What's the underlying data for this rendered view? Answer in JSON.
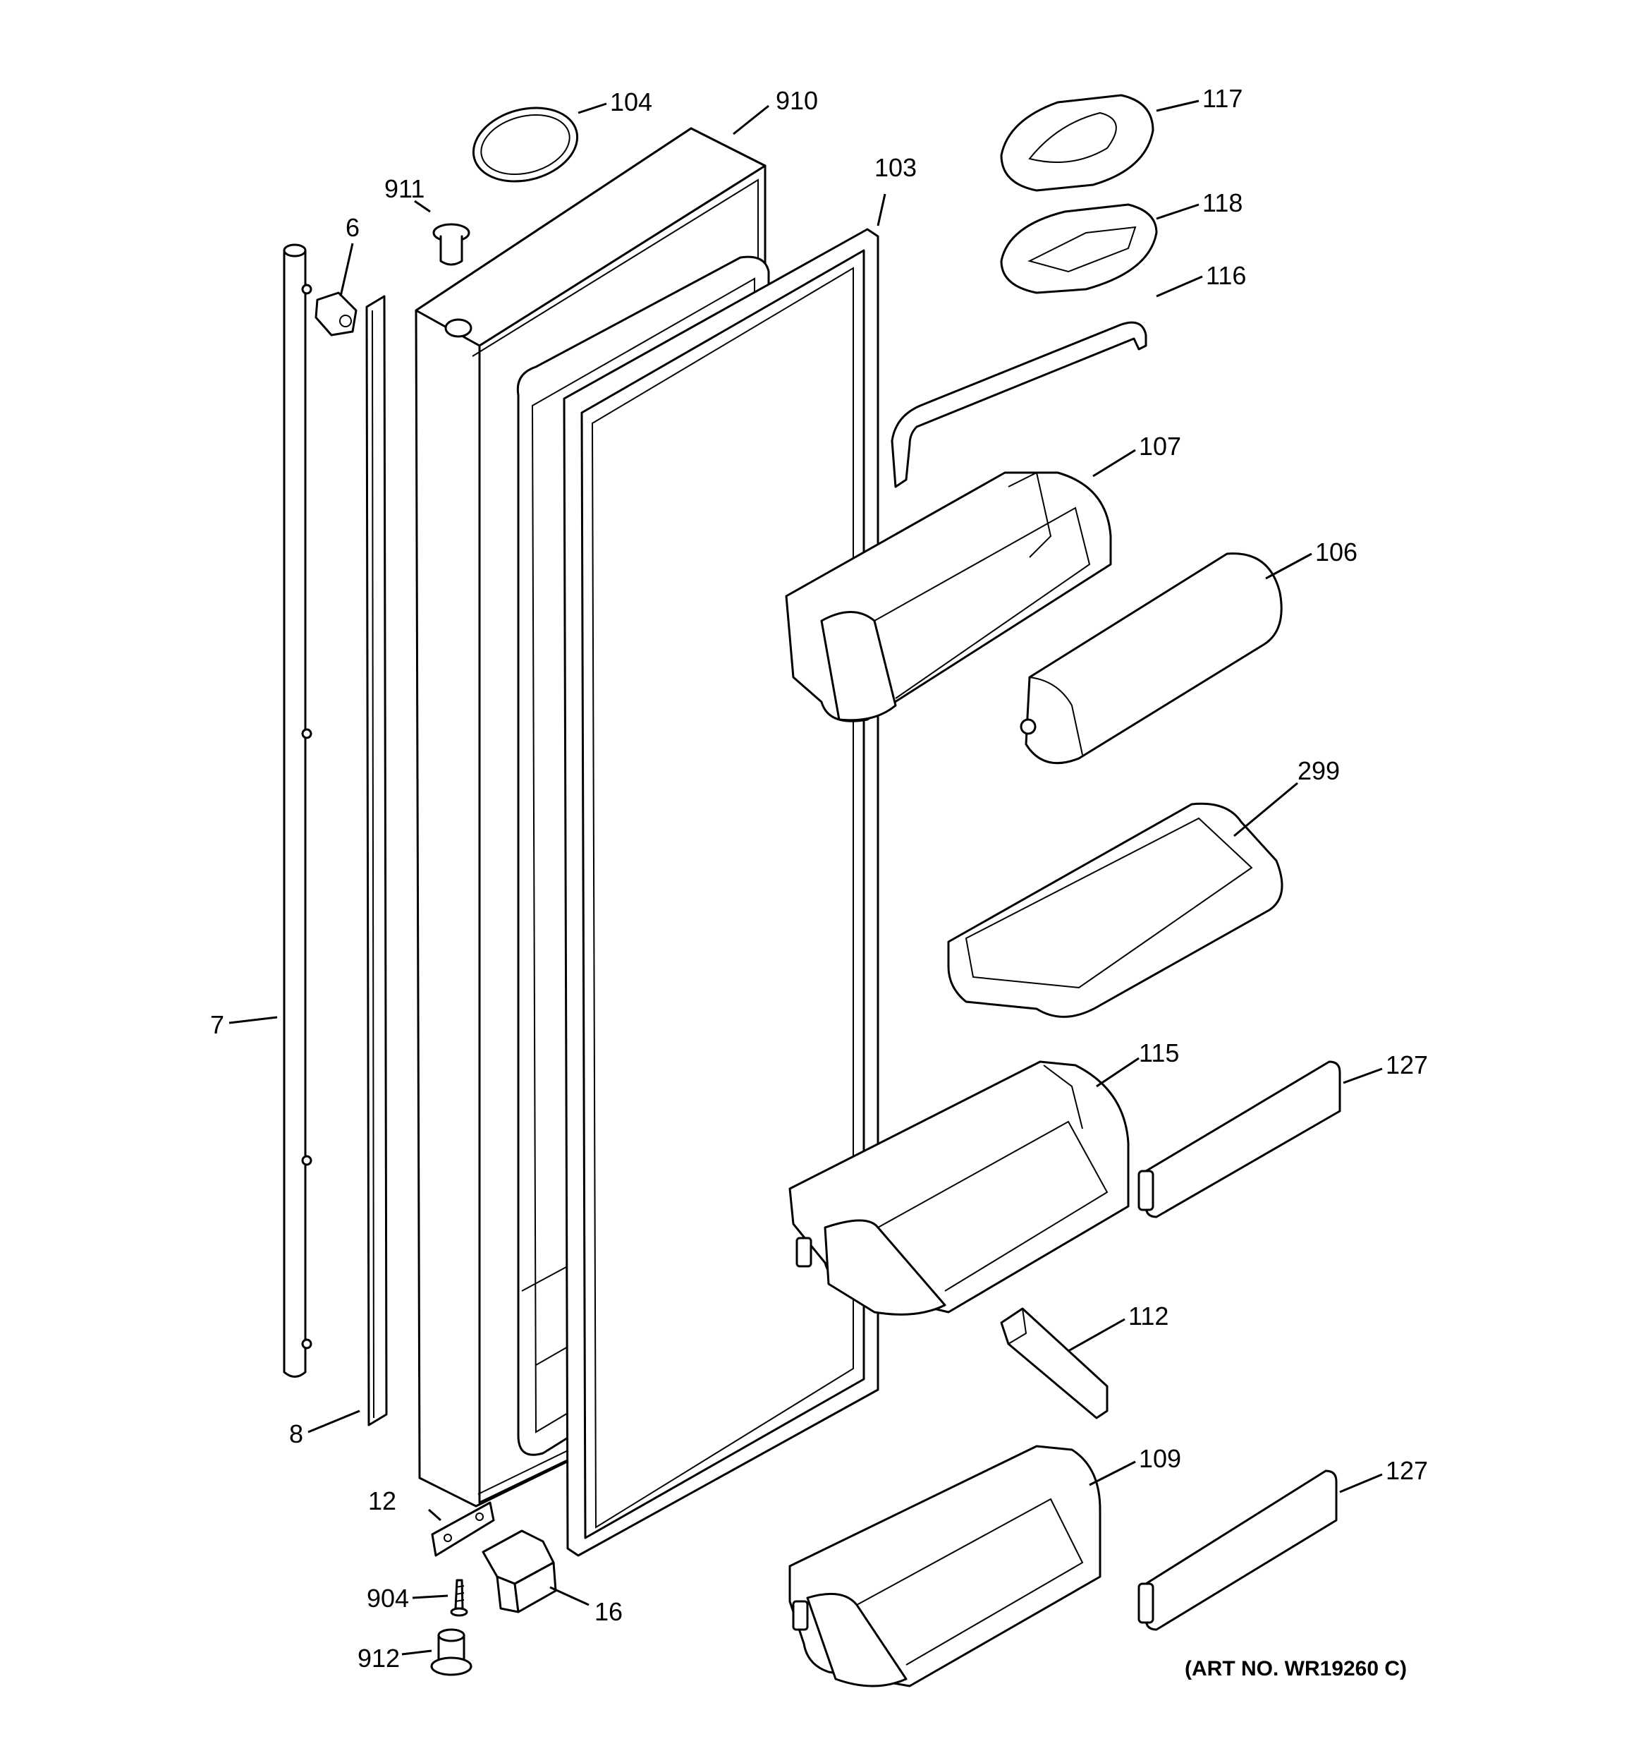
{
  "diagram": {
    "art_number": "(ART NO. WR19260 C)",
    "callouts": {
      "c104": "104",
      "c910": "910",
      "c911": "911",
      "c6": "6",
      "c103": "103",
      "c7": "7",
      "c8": "8",
      "c12": "12",
      "c904": "904",
      "c16": "16",
      "c912": "912",
      "c117": "117",
      "c118": "118",
      "c116": "116",
      "c107": "107",
      "c106": "106",
      "c299": "299",
      "c115": "115",
      "c127a": "127",
      "c112": "112",
      "c109": "109",
      "c127b": "127"
    }
  }
}
